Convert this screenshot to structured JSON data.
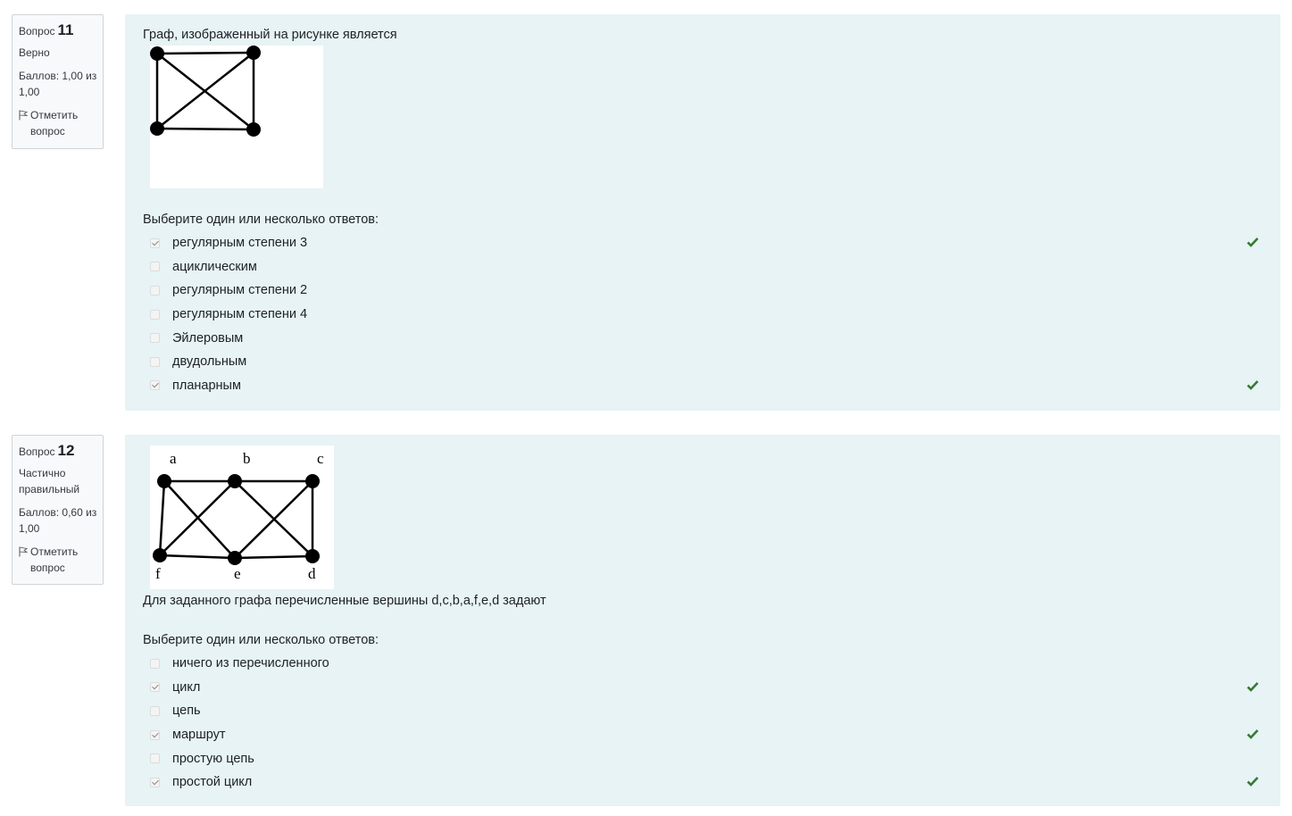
{
  "questions": [
    {
      "info": {
        "prefix": "Вопрос",
        "number": "11",
        "state": "Верно",
        "grade": "Баллов: 1,00 из 1,00",
        "flag_label": "Отметить вопрос"
      },
      "text": "Граф, изображенный на рисунке является",
      "prompt": "Выберите один или несколько ответов:",
      "options": [
        {
          "label": "регулярным степени 3",
          "checked": true,
          "correct_mark": true
        },
        {
          "label": "ациклическим",
          "checked": false,
          "correct_mark": false
        },
        {
          "label": "регулярным степени 2",
          "checked": false,
          "correct_mark": false
        },
        {
          "label": "регулярным степени 4",
          "checked": false,
          "correct_mark": false
        },
        {
          "label": "Эйлеровым",
          "checked": false,
          "correct_mark": false
        },
        {
          "label": "двудольным",
          "checked": false,
          "correct_mark": false
        },
        {
          "label": "планарным",
          "checked": true,
          "correct_mark": true
        }
      ]
    },
    {
      "info": {
        "prefix": "Вопрос",
        "number": "12",
        "state": "Частично правильный",
        "grade": "Баллов: 0,60 из 1,00",
        "flag_label": "Отметить вопрос"
      },
      "graph_labels": {
        "a": "a",
        "b": "b",
        "c": "c",
        "d": "d",
        "e": "e",
        "f": "f"
      },
      "text": "Для заданного графа перечисленные вершины d,c,b,a,f,e,d задают",
      "prompt": "Выберите один или несколько ответов:",
      "options": [
        {
          "label": "ничего из перечисленного",
          "checked": false,
          "correct_mark": false
        },
        {
          "label": "цикл",
          "checked": true,
          "correct_mark": true
        },
        {
          "label": "цепь",
          "checked": false,
          "correct_mark": false
        },
        {
          "label": "маршрут",
          "checked": true,
          "correct_mark": true
        },
        {
          "label": "простую цепь",
          "checked": false,
          "correct_mark": false
        },
        {
          "label": "простой цикл",
          "checked": true,
          "correct_mark": true
        }
      ]
    }
  ],
  "colors": {
    "panel_bg": "#e7f3f5",
    "correct_tick": "#357a32",
    "info_bg": "#f8f9fa"
  },
  "icons": {
    "flag": "flag-icon",
    "tick": "check-icon"
  }
}
